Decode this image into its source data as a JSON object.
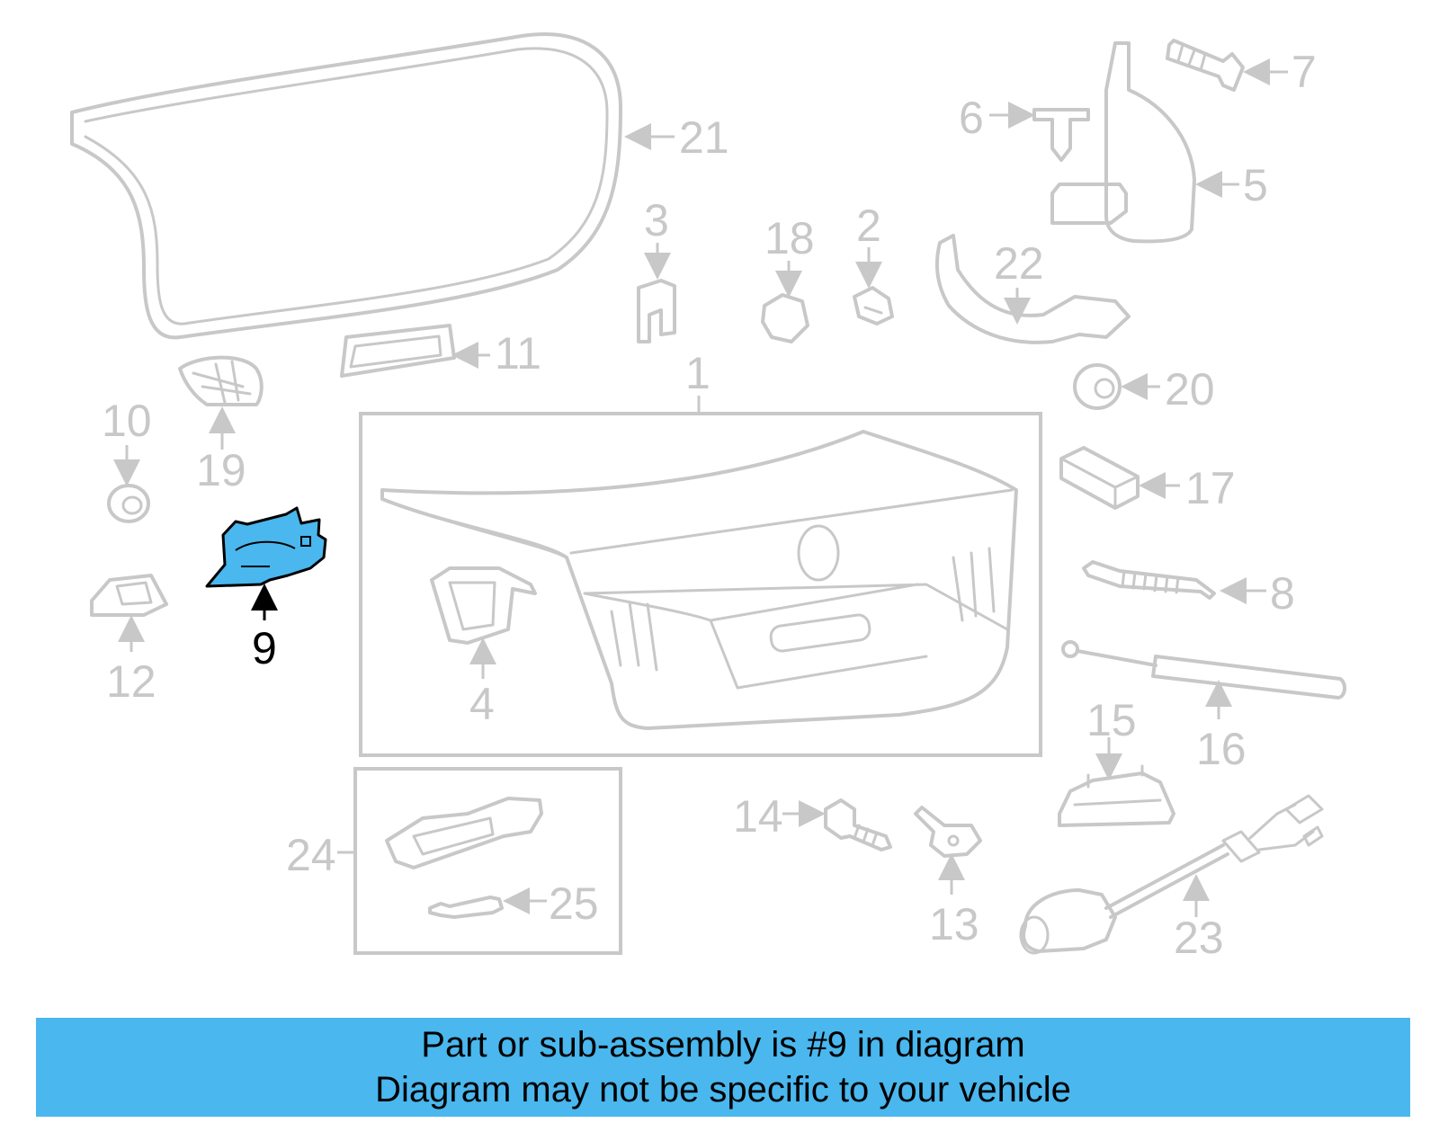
{
  "highlight_color": "#4ab7ee",
  "part_color": "#c8c8c8",
  "callouts": {
    "c1": "1",
    "c2": "2",
    "c3": "3",
    "c4": "4",
    "c5": "5",
    "c6": "6",
    "c7": "7",
    "c8": "8",
    "c9": "9",
    "c10": "10",
    "c11": "11",
    "c12": "12",
    "c13": "13",
    "c14": "14",
    "c15": "15",
    "c16": "16",
    "c17": "17",
    "c18": "18",
    "c19": "19",
    "c20": "20",
    "c21": "21",
    "c22": "22",
    "c23": "23",
    "c24": "24",
    "c25": "25"
  },
  "banner": {
    "line1": "Part or sub-assembly is #9 in diagram",
    "line2": "Diagram may not be specific to your vehicle"
  }
}
